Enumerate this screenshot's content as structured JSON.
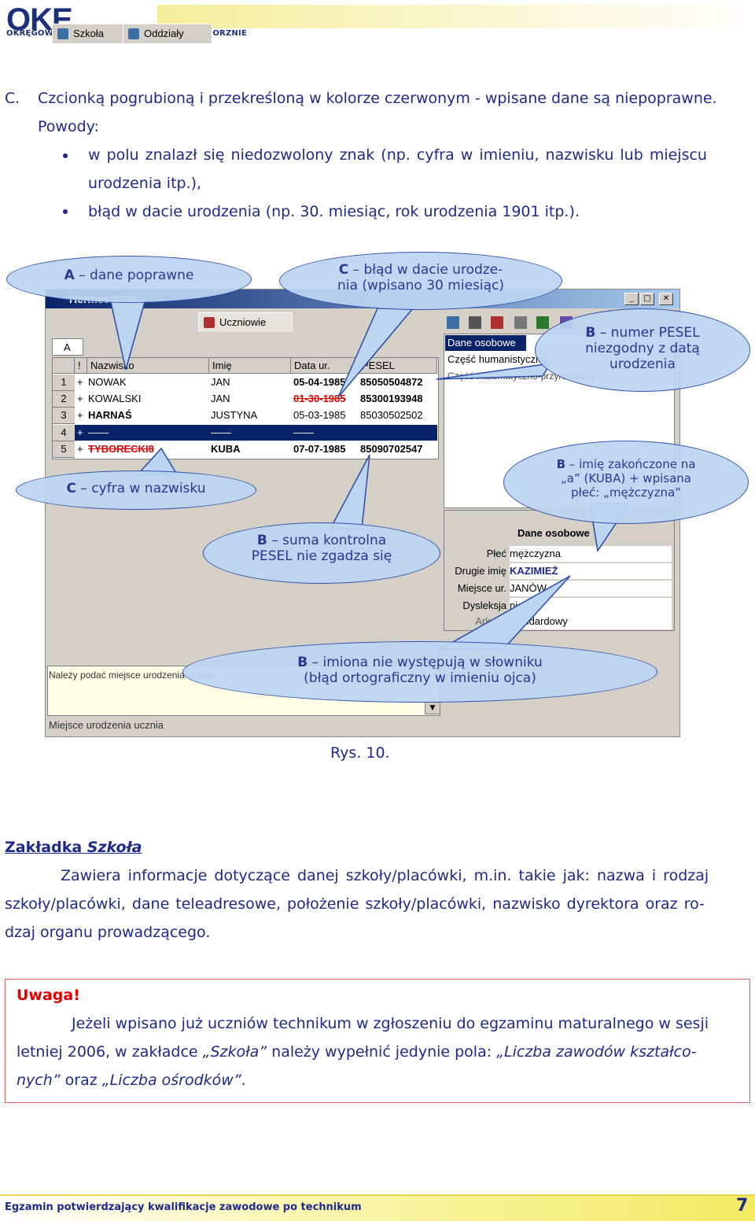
{
  "header": {
    "logo": "OKE",
    "subtitle": "OKRĘGOWA KOMISJA EGZAMINACYJNA W JAWORZNIE"
  },
  "section_c": {
    "label": "C.",
    "text": "Czcionką pogrubioną i przekreśloną w kolorze czerwonym - wpisane dane są niepoprawne.",
    "reasons_label": "Powody:",
    "bullet1_line1": "w polu znalazł się niedozwolony znak (np. cyfra w imieniu, nazwisku lub miejscu",
    "bullet1_line2": "urodzenia itp.),",
    "bullet2": "błąd w dacie urodzenia (np. 30. miesiąc, rok urodzenia 1901 itp.)."
  },
  "app": {
    "title": "Hermes 2005",
    "tabs": [
      "Szkoła",
      "Oddziały",
      "Uczniowie"
    ],
    "grid_filter": "A",
    "columns": [
      "!",
      "Nazwisko",
      "Imię",
      "Data ur.",
      "PESEL"
    ],
    "rows": [
      {
        "n": "1",
        "flag": "+",
        "surname": "NOWAK",
        "name": "JAN",
        "date": "05-04-1985",
        "pesel": "85050504872"
      },
      {
        "n": "2",
        "flag": "+",
        "surname": "KOWALSKI",
        "name": "JAN",
        "date": "01-30-1985",
        "pesel": "85300193948"
      },
      {
        "n": "3",
        "flag": "+",
        "surname": "HARNAŚ",
        "name": "JUSTYNA",
        "date": "05-03-1985",
        "pesel": "85030502502"
      },
      {
        "n": "4",
        "flag": "+",
        "surname": "——",
        "name": "——",
        "date": "——",
        "pesel": ""
      },
      {
        "n": "5",
        "flag": "+",
        "surname": "TYBORECKI8",
        "name": "KUBA",
        "date": "07-07-1985",
        "pesel": "85090702547"
      }
    ],
    "side_list": [
      "Dane osobowe",
      "Część humanistyczna",
      "Część matematyczno-przyrodnicza"
    ],
    "details_header": "Dane osobowe",
    "details": [
      {
        "label": "Płeć",
        "value": "mężczyzna"
      },
      {
        "label": "Drugie imię",
        "value": "KAZIMIEŻ"
      },
      {
        "label": "Miejsce ur.",
        "value": "JANÓW"
      },
      {
        "label": "Dysleksja",
        "value": "nie"
      },
      {
        "label": "Arkusz",
        "value": "standardowy"
      }
    ],
    "hint": "Należy podać miejsce urodzenia ucznia.",
    "status": "Miejsce urodzenia ucznia"
  },
  "callouts": {
    "a_letter": "A",
    "a_text": "– dane poprawne",
    "c1_letter": "C",
    "c1_text_1": "– błąd w dacie urodze-",
    "c1_text_2": "nia (wpisano 30 miesiąc)",
    "b1_letter": "B",
    "b1_text_1": "– numer PESEL",
    "b1_text_2": "niezgodny z datą",
    "b1_text_3": "urodzenia",
    "c2_letter": "C",
    "c2_text": "– cyfra w nazwisku",
    "b2_letter": "B",
    "b2_text_1": "– imię zakończone na",
    "b2_text_2": "„a” (KUBA) + wpisana",
    "b2_text_3": "płeć: „mężczyzna”",
    "b3_letter": "B",
    "b3_text_1": "– suma kontrolna",
    "b3_text_2": "PESEL nie zgadza się",
    "b4_letter": "B",
    "b4_text_1": "– imiona nie występują w słowniku",
    "b4_text_2": "(błąd ortograficzny w imieniu ojca)"
  },
  "figure_caption": "Rys. 10.",
  "zakladka": {
    "heading_plain": "Zakładka ",
    "heading_italic": "Szkoła",
    "line1": "Zawiera informacje dotyczące danej szkoły/placówki, m.in. takie jak: nazwa i rodzaj",
    "line2": "szkoły/placówki, dane teleadresowe, położenie szkoły/placówki, nazwisko dyrektora oraz ro-",
    "line3": "dzaj organu prowadzącego."
  },
  "uwaga": {
    "title": "Uwaga!",
    "line1": "Jeżeli wpisano już uczniów technikum w zgłoszeniu do egzaminu maturalnego w sesji",
    "line2_a": "letniej 2006, w zakładce ",
    "line2_b": "„Szkoła”",
    "line2_c": " należy wypełnić jedynie pola: ",
    "line2_d": "„Liczba zawodów kształco-",
    "line3_a": "nych”",
    "line3_b": " oraz ",
    "line3_c": "„Liczba ośrodków”",
    "line3_d": "."
  },
  "footer": {
    "text": "Egzamin potwierdzający kwalifikacje zawodowe po technikum",
    "page": "7"
  },
  "colors": {
    "text": "#1e2a8a",
    "error": "#e00000",
    "callout_fill": "#bcd6f2",
    "selection": "#0a246a"
  }
}
